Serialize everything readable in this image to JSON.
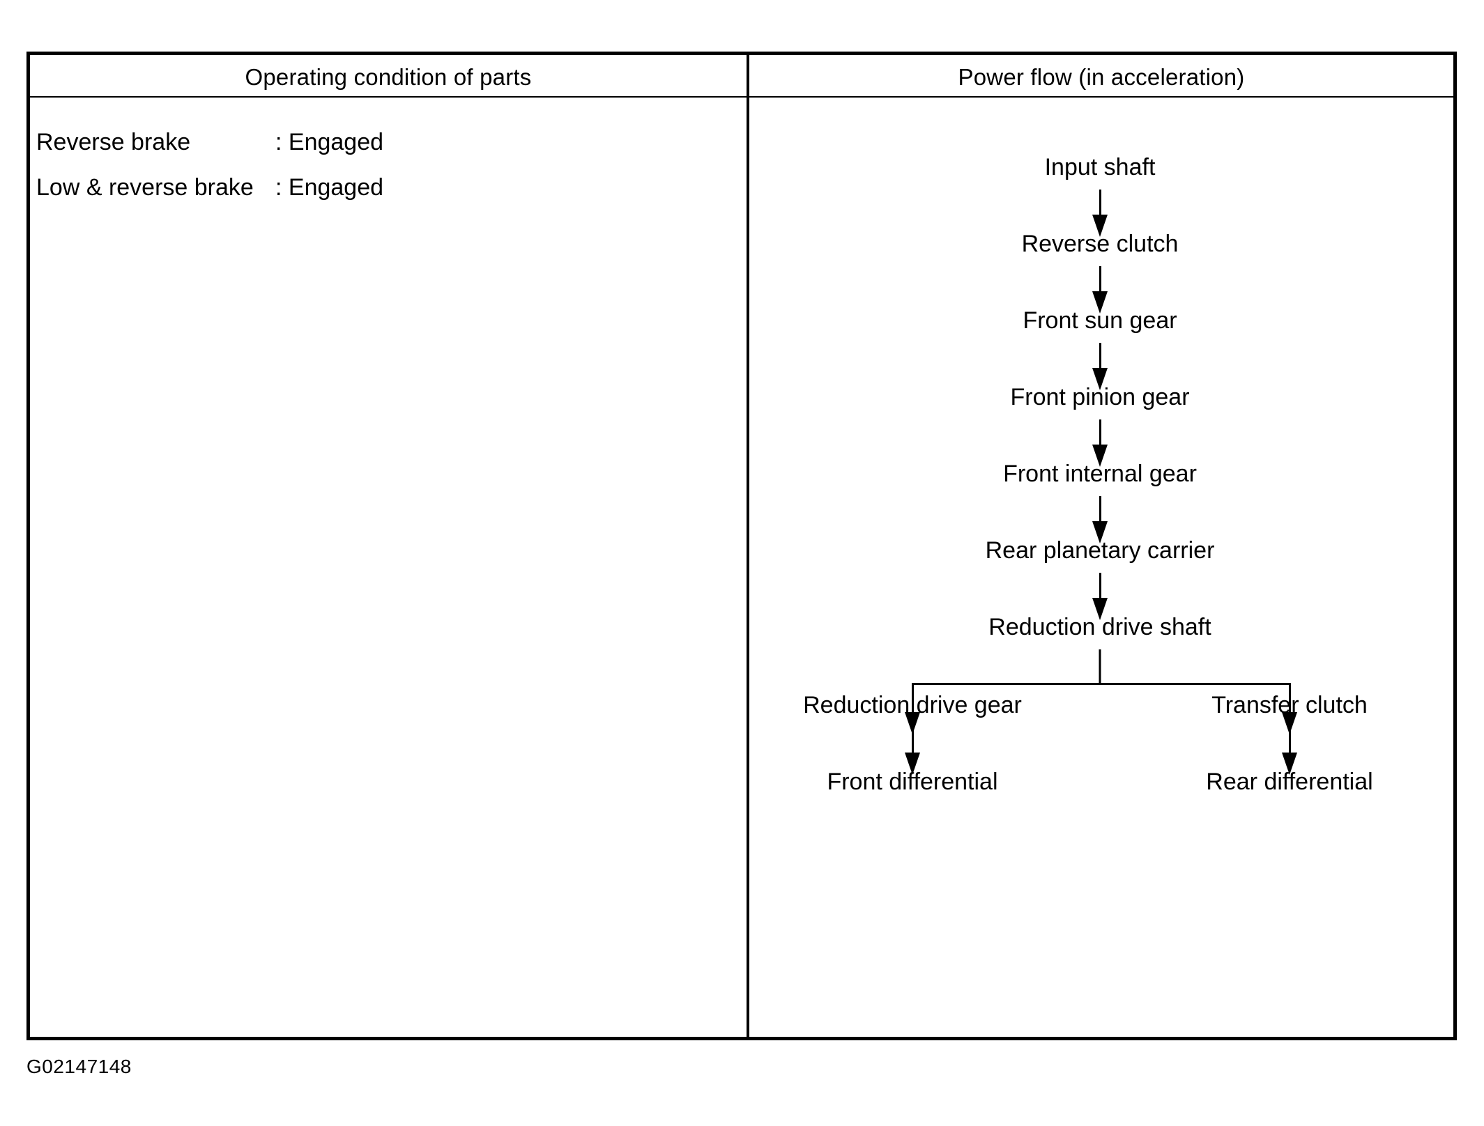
{
  "table": {
    "headers": {
      "left": "Operating condition of parts",
      "right": "Power flow (in acceleration)"
    },
    "conditions": [
      {
        "name": "Reverse brake",
        "value": ": Engaged"
      },
      {
        "name": "Low & reverse brake",
        "value": ": Engaged"
      }
    ]
  },
  "chart_data": {
    "type": "diagram",
    "title": "Power flow (in acceleration)",
    "nodes": [
      {
        "id": "input-shaft",
        "label": "Input shaft"
      },
      {
        "id": "reverse-clutch",
        "label": "Reverse clutch"
      },
      {
        "id": "front-sun-gear",
        "label": "Front sun gear"
      },
      {
        "id": "front-pinion-gear",
        "label": "Front pinion gear"
      },
      {
        "id": "front-internal-gear",
        "label": "Front internal gear"
      },
      {
        "id": "rear-planetary-carrier",
        "label": "Rear planetary carrier"
      },
      {
        "id": "reduction-drive-shaft",
        "label": "Reduction drive shaft"
      },
      {
        "id": "reduction-drive-gear",
        "label": "Reduction drive gear"
      },
      {
        "id": "transfer-clutch",
        "label": "Transfer clutch"
      },
      {
        "id": "front-differential",
        "label": "Front differential"
      },
      {
        "id": "rear-differential",
        "label": "Rear differential"
      }
    ],
    "edges": [
      {
        "from": "input-shaft",
        "to": "reverse-clutch"
      },
      {
        "from": "reverse-clutch",
        "to": "front-sun-gear"
      },
      {
        "from": "front-sun-gear",
        "to": "front-pinion-gear"
      },
      {
        "from": "front-pinion-gear",
        "to": "front-internal-gear"
      },
      {
        "from": "front-internal-gear",
        "to": "rear-planetary-carrier"
      },
      {
        "from": "rear-planetary-carrier",
        "to": "reduction-drive-shaft"
      },
      {
        "from": "reduction-drive-shaft",
        "to": "reduction-drive-gear"
      },
      {
        "from": "reduction-drive-shaft",
        "to": "transfer-clutch"
      },
      {
        "from": "reduction-drive-gear",
        "to": "front-differential"
      },
      {
        "from": "transfer-clutch",
        "to": "rear-differential"
      }
    ]
  },
  "figure_code": "G02147148",
  "colors": {
    "ink": "#000000",
    "background": "#ffffff"
  }
}
